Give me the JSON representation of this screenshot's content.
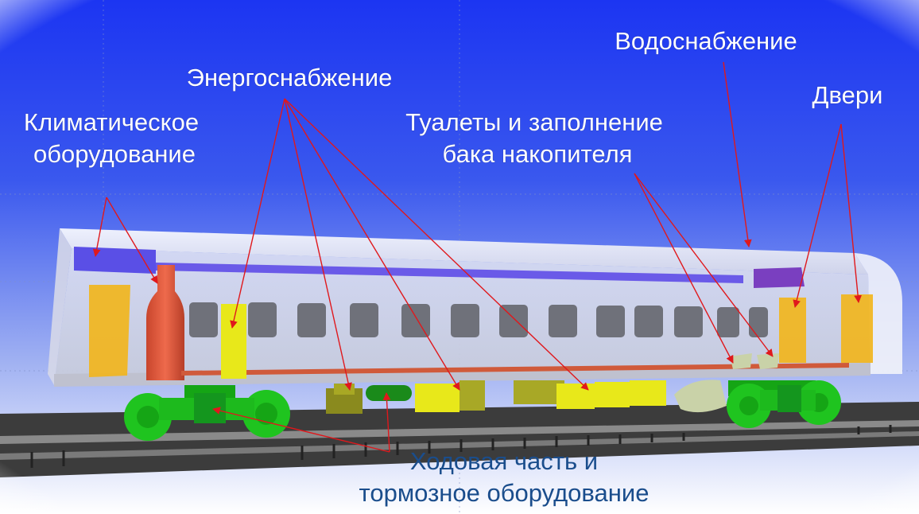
{
  "labels": {
    "climate_line1": "Климатическое",
    "climate_line2": "оборудование",
    "power": "Энергоснабжение",
    "toilets_line1": "Туалеты и заполнение",
    "toilets_line2": "бака накопителя",
    "water": "Водоснабжение",
    "doors": "Двери",
    "running_line1": "Ходовая часть и",
    "running_line2": "тормозное оборудование"
  },
  "colors": {
    "sky_top": "#1f3ff0",
    "sky_bottom": "#ffffff",
    "climate_unit": "#5a4fe6",
    "water_tank": "#7a3fc0",
    "heater": "#e0553a",
    "cabinet": "#f2b51a",
    "battery": "#e8e81a",
    "bogie": "#1fc41f",
    "pipe": "#d05a3a",
    "arrow": "#e0181c",
    "label_running": "#1a4d8c"
  }
}
